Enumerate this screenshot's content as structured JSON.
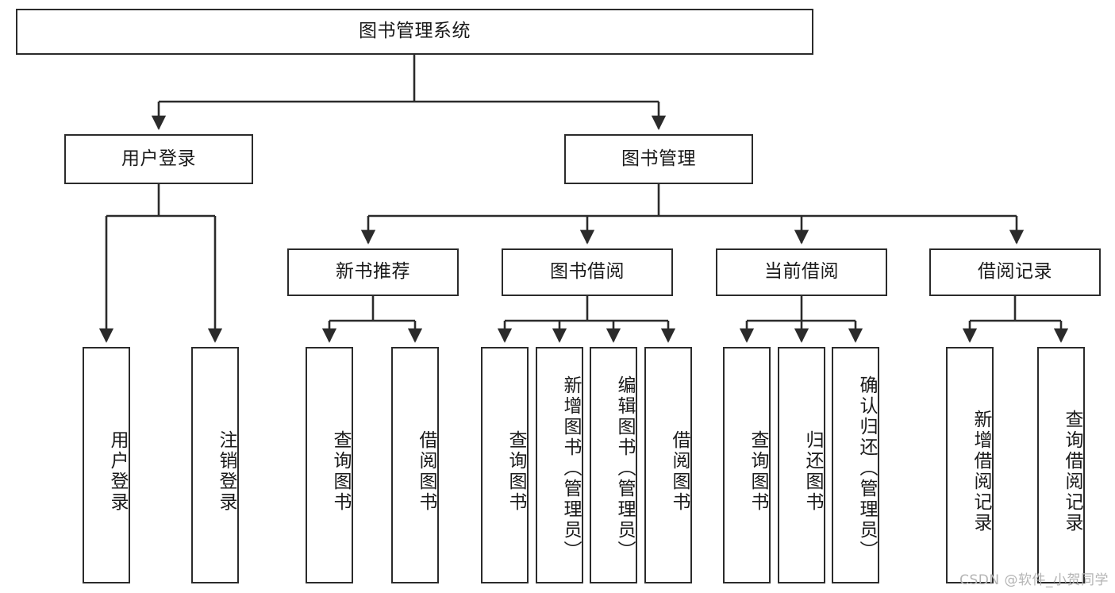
{
  "diagram": {
    "type": "tree-hierarchy",
    "title": "图书管理系统",
    "watermark": "CSDN @软件_小贺同学",
    "colors": {
      "stroke": "#2b2b2b",
      "fill": "#ffffff",
      "text": "#1a1a1a",
      "watermark": "#b4b4b4"
    },
    "levels": [
      {
        "level": 1,
        "nodes": [
          {
            "id": "root",
            "label": "图书管理系统",
            "orientation": "horizontal"
          }
        ]
      },
      {
        "level": 2,
        "nodes": [
          {
            "id": "user-login",
            "label": "用户登录",
            "orientation": "horizontal",
            "parent": "root"
          },
          {
            "id": "book-manage",
            "label": "图书管理",
            "orientation": "horizontal",
            "parent": "root"
          }
        ]
      },
      {
        "level": 3,
        "nodes": [
          {
            "id": "new-book-rec",
            "label": "新书推荐",
            "orientation": "horizontal",
            "parent": "book-manage"
          },
          {
            "id": "book-borrow",
            "label": "图书借阅",
            "orientation": "horizontal",
            "parent": "book-manage"
          },
          {
            "id": "current-borrow",
            "label": "当前借阅",
            "orientation": "horizontal",
            "parent": "book-manage"
          },
          {
            "id": "borrow-record",
            "label": "借阅记录",
            "orientation": "horizontal",
            "parent": "book-manage"
          }
        ]
      },
      {
        "level": 4,
        "nodes": [
          {
            "id": "leaf-user-login",
            "label": "用户登录",
            "orientation": "vertical",
            "parent": "user-login"
          },
          {
            "id": "leaf-logout",
            "label": "注销登录",
            "orientation": "vertical",
            "parent": "user-login"
          },
          {
            "id": "leaf-query-book-1",
            "label": "查询图书",
            "orientation": "vertical",
            "parent": "new-book-rec"
          },
          {
            "id": "leaf-borrow-book-1",
            "label": "借阅图书",
            "orientation": "vertical",
            "parent": "new-book-rec"
          },
          {
            "id": "leaf-query-book-2",
            "label": "查询图书",
            "orientation": "vertical",
            "parent": "book-borrow"
          },
          {
            "id": "leaf-add-book",
            "label": "新增图书（管理员）",
            "orientation": "vertical",
            "parent": "book-borrow"
          },
          {
            "id": "leaf-edit-book",
            "label": "编辑图书（管理员）",
            "orientation": "vertical",
            "parent": "book-borrow"
          },
          {
            "id": "leaf-borrow-book-2",
            "label": "借阅图书",
            "orientation": "vertical",
            "parent": "book-borrow"
          },
          {
            "id": "leaf-query-book-3",
            "label": "查询图书",
            "orientation": "vertical",
            "parent": "current-borrow"
          },
          {
            "id": "leaf-return-book",
            "label": "归还图书",
            "orientation": "vertical",
            "parent": "current-borrow"
          },
          {
            "id": "leaf-confirm-return",
            "label": "确认归还（管理员）",
            "orientation": "vertical",
            "parent": "current-borrow"
          },
          {
            "id": "leaf-add-record",
            "label": "新增借阅记录",
            "orientation": "vertical",
            "parent": "borrow-record"
          },
          {
            "id": "leaf-query-record",
            "label": "查询借阅记录",
            "orientation": "vertical",
            "parent": "borrow-record"
          }
        ]
      }
    ]
  }
}
